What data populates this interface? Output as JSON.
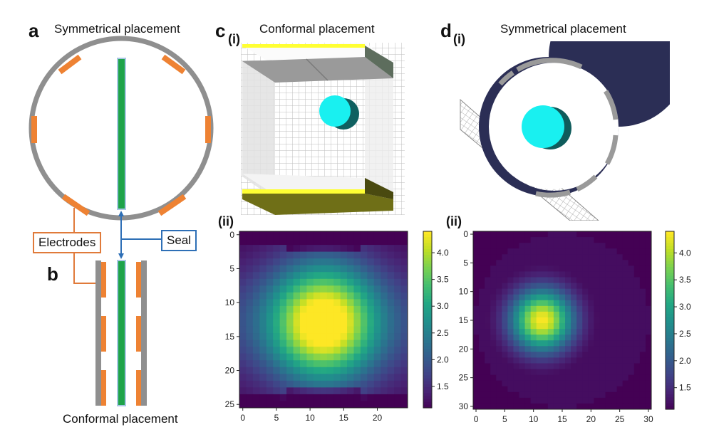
{
  "panel_a": {
    "letter": "a",
    "title": "Symmetrical placement",
    "labels": {
      "electrodes": "Electrodes",
      "seal": "Seal"
    },
    "colors": {
      "ring": "#8f8f8f",
      "electrode": "#ee8233",
      "seal": "#1ea34a",
      "seal_outline": "#a9c7e5",
      "electrodes_callout": "#e07a3a",
      "seal_callout": "#2e6fb6"
    }
  },
  "panel_b": {
    "letter": "b",
    "title": "Conformal placement"
  },
  "panel_c": {
    "letter": "c",
    "sub_i": "(i)",
    "sub_ii": "(ii)",
    "title": "Conformal placement",
    "colors": {
      "inclusion": "#19f0f0",
      "electrode": "#ffff33",
      "plate": "#8f8f8f",
      "mesh": "#bbbbbb"
    }
  },
  "panel_d": {
    "letter": "d",
    "sub_i": "(i)",
    "sub_ii": "(ii)",
    "title": "Symmetrical placement",
    "colors": {
      "inclusion": "#19f0f0",
      "ring": "#2b2e55",
      "electrode": "#9a9a9a"
    }
  },
  "chart_data": [
    {
      "type": "heatmap",
      "title": "",
      "xlabel": "",
      "ylabel": "",
      "x_ticks": [
        "0",
        "5",
        "10",
        "15",
        "20"
      ],
      "y_ticks": [
        "0",
        "5",
        "10",
        "15",
        "20",
        "25"
      ],
      "grid_size": [
        25,
        26
      ],
      "peak": {
        "x": 12,
        "y": 13,
        "value": 4.4
      },
      "background_value": 1.1,
      "colorbar": {
        "ticks": [
          "1.5",
          "2.0",
          "2.5",
          "3.0",
          "3.5",
          "4.0"
        ],
        "range": [
          1.1,
          4.4
        ],
        "colormap": "viridis"
      }
    },
    {
      "type": "heatmap",
      "title": "",
      "xlabel": "",
      "ylabel": "",
      "x_ticks": [
        "0",
        "5",
        "10",
        "15",
        "20",
        "25",
        "30"
      ],
      "y_ticks": [
        "0",
        "5",
        "10",
        "15",
        "20",
        "25",
        "30"
      ],
      "grid_size": [
        31,
        31
      ],
      "peak": {
        "x": 11.5,
        "y": 15,
        "value": 4.4
      },
      "background_value": 1.1,
      "colorbar": {
        "ticks": [
          "1.5",
          "2.0",
          "2.5",
          "3.0",
          "3.5",
          "4.0"
        ],
        "range": [
          1.1,
          4.4
        ],
        "colormap": "viridis"
      }
    }
  ]
}
